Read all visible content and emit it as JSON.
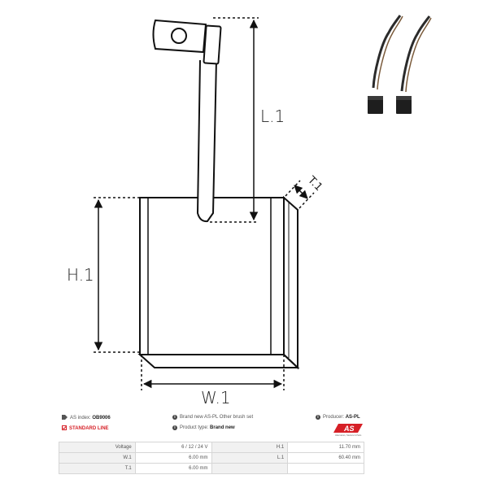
{
  "drawing": {
    "labels": {
      "length": "L.1",
      "height": "H.1",
      "width": "W.1",
      "thickness": "T.1"
    }
  },
  "info": {
    "as_index_label": "AS index:",
    "as_index_value": "OB9006",
    "description": "Brand new AS-PL Other brush set",
    "producer_label": "Producer:",
    "producer_value": "AS-PL",
    "line_label": "STANDARD LINE",
    "product_type_label": "Product type:",
    "product_type_value": "Brand new"
  },
  "logo": {
    "text": "AS",
    "tagline": "Alternators, Starters & Parts"
  },
  "specs": [
    {
      "label_left": "Voltage",
      "value_left": "6 / 12 / 24 V",
      "label_right": "H.1",
      "value_right": "11.70 mm"
    },
    {
      "label_left": "W.1",
      "value_left": "6.00 mm",
      "label_right": "L.1",
      "value_right": "60.40 mm"
    },
    {
      "label_left": "T.1",
      "value_left": "6.00 mm",
      "label_right": "",
      "value_right": ""
    }
  ],
  "colors": {
    "accent_red": "#d61f26",
    "line": "#111111",
    "table_border": "#d6d6d6"
  }
}
